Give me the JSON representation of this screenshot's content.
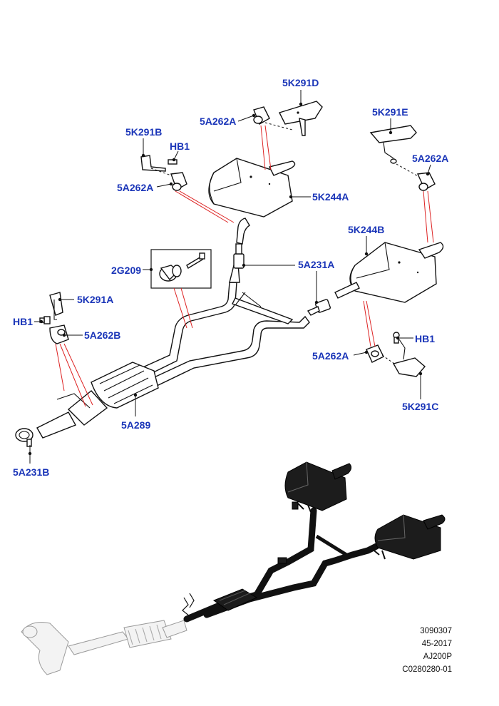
{
  "callouts": {
    "c_5K291D": "5K291D",
    "c_5A262A_top": "5A262A",
    "c_5K291B": "5K291B",
    "c_HB1_top": "HB1",
    "c_5A262A_left": "5A262A",
    "c_5K244A": "5K244A",
    "c_5K291E": "5K291E",
    "c_5A262A_right": "5A262A",
    "c_5K244B": "5K244B",
    "c_2G209": "2G209",
    "c_5A231A": "5A231A",
    "c_5K291A": "5K291A",
    "c_HB1_left": "HB1",
    "c_5A262B": "5A262B",
    "c_HB1_right": "HB1",
    "c_5A262A_bottom": "5A262A",
    "c_5K291C": "5K291C",
    "c_5A289": "5A289",
    "c_5A231B": "5A231B"
  },
  "reference": {
    "line1": "3090307",
    "line2": "45-2017",
    "line3": "AJ200P",
    "line4": "C0280280-01"
  },
  "colors": {
    "callout_text": "#1a35b8",
    "leader_red": "#dd2222",
    "line_black": "#111111"
  },
  "icons": {
    "exhaust_system_exploded": "exhaust-exploded-view",
    "exhaust_system_assembled": "exhaust-assembled-view"
  }
}
